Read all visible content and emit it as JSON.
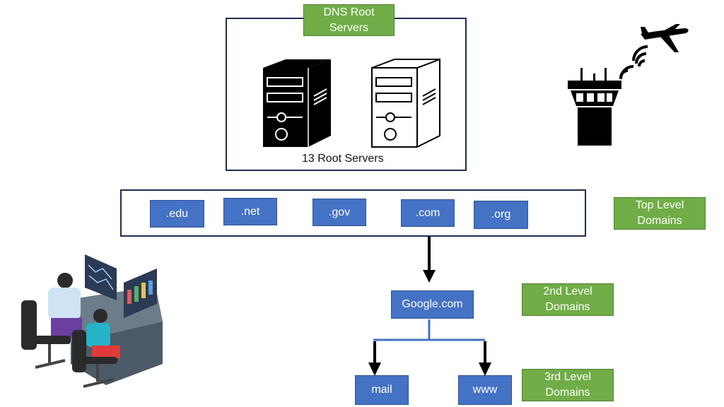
{
  "root": {
    "label_line1": "DNS Root",
    "label_line2": "Servers",
    "caption": "13 Root Servers"
  },
  "tld": {
    "items": [
      ".edu",
      ".net",
      ".gov",
      ".com",
      ".org"
    ],
    "label_line1": "Top Level",
    "label_line2": "Domains"
  },
  "second": {
    "node": "Google.com",
    "label_line1": "2nd Level",
    "label_line2": "Domains"
  },
  "third": {
    "nodes": [
      "mail",
      "www"
    ],
    "label_line1": "3rd Level",
    "label_line2": "Domains"
  },
  "colors": {
    "node_blue": "#4472c4",
    "label_green": "#70ad47",
    "frame": "#1f2d50"
  },
  "icons": [
    "server-icon-black",
    "server-icon-white",
    "control-tower-icon",
    "airplane-icon",
    "signal-icon",
    "operators-illustration"
  ]
}
